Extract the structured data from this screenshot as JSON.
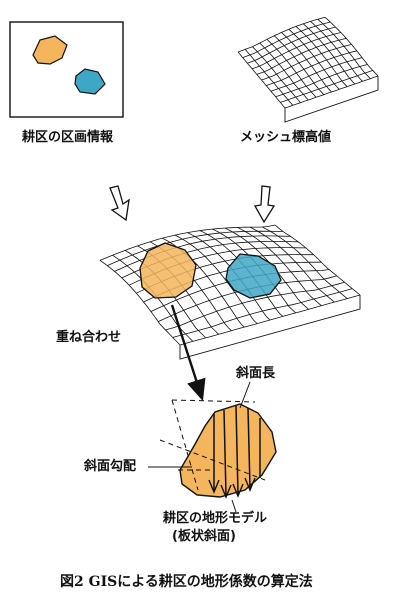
{
  "labels": {
    "parcel_info": "耕区の区画情報",
    "mesh_elevation": "メッシュ標高値",
    "overlay": "重ね合わせ",
    "slope_length": "斜面長",
    "slope_gradient": "斜面勾配",
    "parcel_model_line1": "耕区の地形モデル",
    "parcel_model_line2": "(板状斜面)"
  },
  "caption": "図2 GISによる耕区の地形係数の算定法",
  "colors": {
    "parcel_orange": "#f5b55c",
    "parcel_blue": "#3fa7c6",
    "line": "#111111"
  }
}
